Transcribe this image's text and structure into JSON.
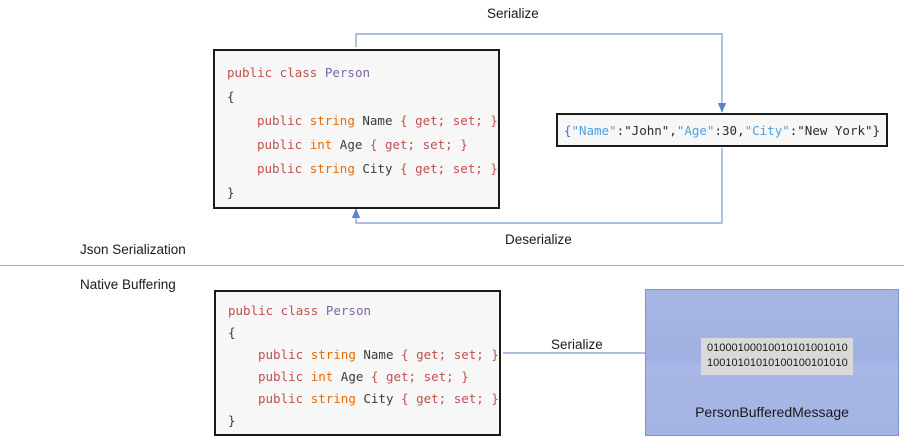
{
  "sections": {
    "top_label": "Json Serialization",
    "bottom_label": "Native Buffering"
  },
  "code": {
    "line1_kw": "public class",
    "line1_cls": "Person",
    "line2": "{",
    "prop_name": {
      "kw": "public",
      "type": "string",
      "id": "Name",
      "accessors": "{ get; set; }"
    },
    "prop_age": {
      "kw": "public",
      "type": "int",
      "id": "Age",
      "accessors": "{ get; set; }"
    },
    "prop_city": {
      "kw": "public",
      "type": "string",
      "id": "City",
      "accessors": "{ get; set; }"
    },
    "line6": "}"
  },
  "json_box": {
    "open_brace": "{",
    "key_name": "\"Name\"",
    "colon1": ":",
    "val_name": "\"John\"",
    "comma1": ",",
    "key_age": "\"Age\"",
    "colon2": ":",
    "val_age": "30",
    "comma2": ",",
    "key_city": "\"City\"",
    "colon3": ":",
    "val_city": "\"New York\"",
    "close_brace": "}",
    "full_text": "{\"Name\":\"John\",\"Age\":30,\"City\":\"New York\"}"
  },
  "edges": {
    "serialize_top": "Serialize",
    "deserialize": "Deserialize",
    "serialize_bottom": "Serialize"
  },
  "buffer": {
    "binary_line1": "01000100010010101001010",
    "binary_line2": "10010101010100100101010",
    "title": "PersonBufferedMessage"
  },
  "colors": {
    "arrow": "#8faadc",
    "panel_blue": "#a3b3e3",
    "keyword": "#c0504d",
    "type": "#e36c0a",
    "class": "#8064a2",
    "json_key": "#4aa3e0",
    "json_brace": "#4a6fd4",
    "box_border": "#1a1a1a",
    "chip_bg": "#d9d9d9"
  }
}
